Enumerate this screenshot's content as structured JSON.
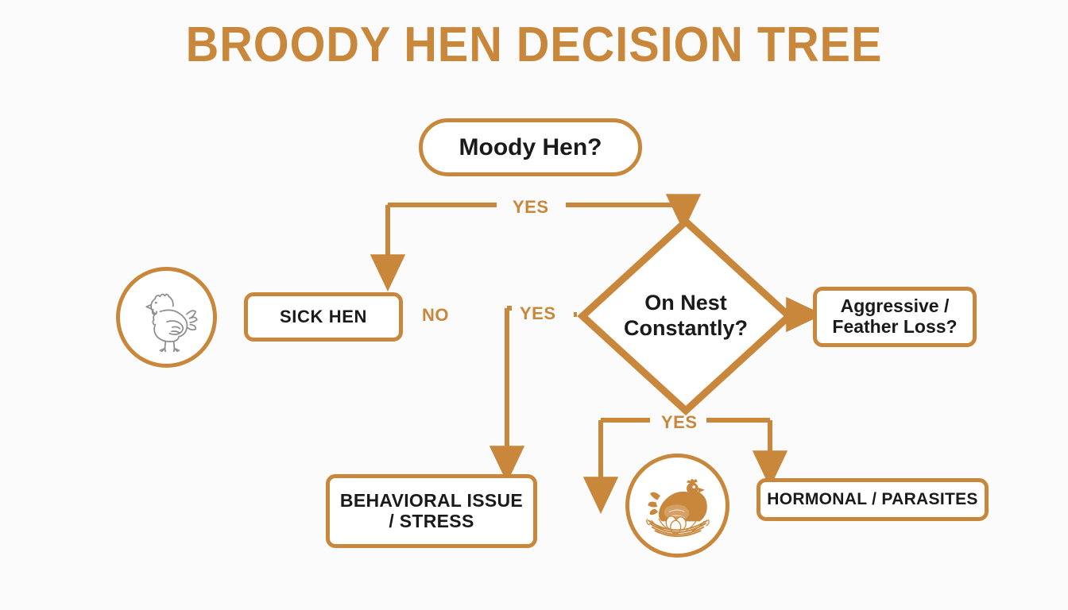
{
  "page": {
    "title": "BROODY HEN DECISION TREE",
    "background_color": "#fbfbfb",
    "accent_color": "#c8873a",
    "text_color": "#1a1a1a"
  },
  "diagram": {
    "type": "decision-tree-flowchart",
    "nodes": [
      {
        "id": "moody",
        "shape": "rounded-pill",
        "label": "Moody Hen?",
        "role": "root-question"
      },
      {
        "id": "sick",
        "shape": "rounded-rect",
        "label": "SICK HEN",
        "role": "outcome"
      },
      {
        "id": "nest",
        "shape": "diamond",
        "label_line1": "On Nest",
        "label_line2": "Constantly?",
        "role": "decision"
      },
      {
        "id": "aggressive",
        "shape": "rounded-rect",
        "label_line1": "Aggressive /",
        "label_line2": "Feather Loss?",
        "role": "decision"
      },
      {
        "id": "behavioral",
        "shape": "rounded-rect",
        "label_line1": "BEHAVIORAL ISSUE",
        "label_line2": "/ STRESS",
        "role": "outcome"
      },
      {
        "id": "hormonal",
        "shape": "rounded-rect",
        "label": "HORMONAL / PARASITES",
        "role": "outcome"
      }
    ],
    "edge_labels": {
      "yes_top": "YES",
      "no_left": "NO",
      "yes_middle": "YES",
      "yes_bottom": "YES"
    },
    "icons": [
      {
        "id": "hen-outline",
        "name": "hen-outline-icon",
        "style": "line-art gray chicken in orange ring"
      },
      {
        "id": "hen-nest",
        "name": "brooding-hen-nest-icon",
        "style": "solid orange hen sitting on nest with eggs"
      }
    ]
  }
}
